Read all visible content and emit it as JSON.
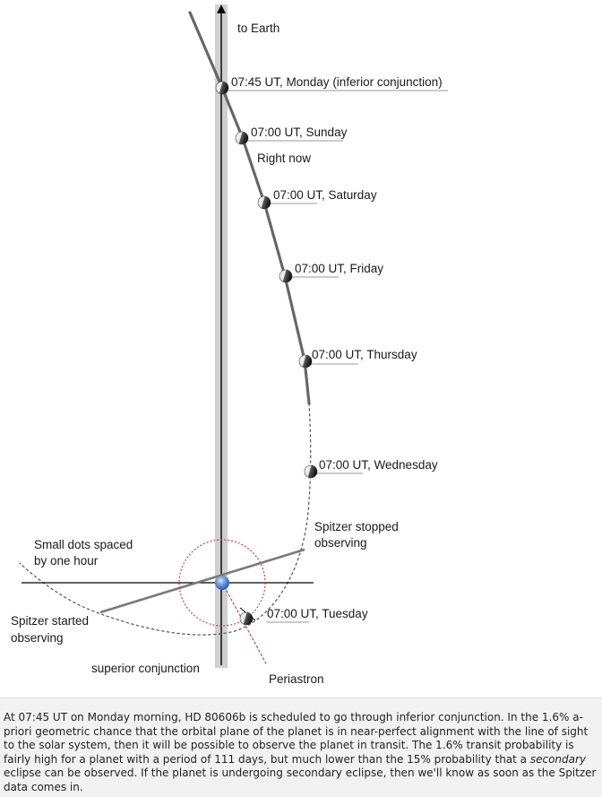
{
  "diagram": {
    "labels": {
      "to_earth": "to Earth",
      "inferior_conjunction": "07:45 UT, Monday (inferior conjunction)",
      "sunday": "07:00 UT, Sunday",
      "right_now": "Right now",
      "saturday": "07:00 UT, Saturday",
      "friday": "07:00 UT, Friday",
      "thursday": "07:00 UT, Thursday",
      "wednesday": "07:00 UT, Wednesday",
      "tuesday": "07:00 UT, Tuesday",
      "spitzer_stopped_1": "Spitzer stopped",
      "spitzer_stopped_2": "observing",
      "small_dots_1": "Small dots spaced",
      "small_dots_2": "by one hour",
      "spitzer_started_1": "Spitzer started",
      "spitzer_started_2": "observing",
      "superior_conjunction": "superior conjunction",
      "periastron": "Periastron"
    },
    "colors": {
      "sightline": "#c8c8c8",
      "star": "#4a7fd0",
      "periastron_circle": "#e03030",
      "observation_line": "#7a7a7a",
      "orbit_dots": "#555555"
    }
  },
  "caption": {
    "part1": "At 07:45 UT on Monday morning, HD 80606b is scheduled to go through inferior conjunction. In the 1.6% a-priori geometric chance that the orbital plane of the planet is in near-perfect alignment with the line of sight to the solar system, then it will be possible to observe the planet in transit. The 1.6% transit probability is fairly high for a planet with a period of 111 days, but much lower than the 15% probability that a ",
    "emphasis": "secondary",
    "part2": " eclipse can be observed. If the planet is undergoing secondary eclipse, then we'll know as soon as the Spitzer data comes in."
  }
}
